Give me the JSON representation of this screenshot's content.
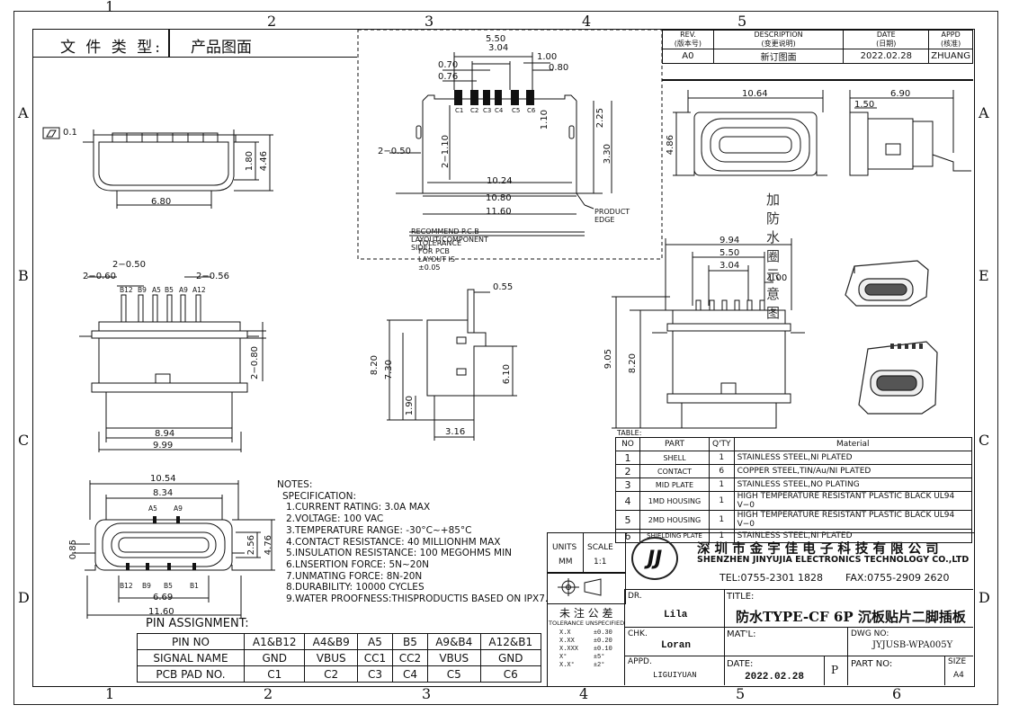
{
  "zones": {
    "cols": [
      "1",
      "2",
      "3",
      "4",
      "5",
      "6"
    ],
    "rows": [
      "A",
      "B",
      "C",
      "D",
      "E"
    ]
  },
  "doc_type": {
    "label": "文 件 类 型:",
    "value": "产品图面"
  },
  "revision": {
    "headers": [
      "REV.",
      "DESCRIPTION",
      "DATE",
      "APPD"
    ],
    "headers_cn": [
      "(版本号)",
      "(变更说明)",
      "(日期)",
      "(核准)"
    ],
    "row": [
      "A0",
      "新订图面",
      "2022.02.28",
      "ZHUANG"
    ]
  },
  "pcb": {
    "dims": {
      "d550": "5.50",
      "d304": "3.04",
      "d100": "1.00",
      "d070": "0.70",
      "d080": "0.80",
      "d076": "0.76",
      "d225": "2.25",
      "d110": "1.10",
      "d330": "3.30",
      "d2x050": "2−0.50",
      "d2x110": "2−1.10",
      "d1024": "10.24",
      "d1080": "10.80",
      "d1160": "11.60"
    },
    "pins": [
      "C1",
      "C2",
      "C3",
      "C4",
      "C5",
      "C6"
    ],
    "product_edge": "PRODUCT EDGE",
    "recommend": "RECOMMEND P.C.B LAYOUT(COMPONENT SIDE)",
    "tolerance": "TOLERANCE FOR PCB LAYOUT IS ±0.05"
  },
  "view_top": {
    "flat": "0.1",
    "d180": "1.80",
    "d446": "4.46",
    "d680": "6.80"
  },
  "view_front": {
    "d2x050": "2−0.50",
    "d2x060": "2−0.60",
    "d2x056": "2−0.56",
    "pins": [
      "B12",
      "B9",
      "A5",
      "B5",
      "A9",
      "A12"
    ],
    "d2x080": "2−0.80",
    "d894": "8.94",
    "d999": "9.99"
  },
  "view_side": {
    "d055": "0.55",
    "d820": "8.20",
    "d730": "7.30",
    "d610": "6.10",
    "d190": "1.90",
    "d316": "3.16"
  },
  "view_seal": {
    "d1064": "10.64",
    "d690": "6.90",
    "d150": "1.50",
    "d486": "4.86",
    "caption": "加防水圈示意图"
  },
  "view_back": {
    "d994": "9.94",
    "d550": "5.50",
    "d304": "3.04",
    "d100": "1.00",
    "d905": "9.05",
    "d820": "8.20"
  },
  "view_bottom": {
    "d1054": "10.54",
    "d834": "8.34",
    "d085": "0.85",
    "d256": "2.56",
    "d476": "4.76",
    "d669": "6.69",
    "d1160": "11.60",
    "pins_top": [
      "A5",
      "A9"
    ],
    "pins_bot": [
      "B12",
      "B9",
      "B5",
      "B1"
    ]
  },
  "parts": {
    "label": "TABLE:",
    "headers": [
      "NO",
      "PART",
      "Q'TY",
      "Material"
    ],
    "rows": [
      [
        "1",
        "SHELL",
        "1",
        "STAINLESS STEEL,NI PLATED"
      ],
      [
        "2",
        "CONTACT",
        "6",
        "COPPER STEEL,TIN/Au/NI PLATED"
      ],
      [
        "3",
        "MID PLATE",
        "1",
        "STAINLESS STEEL,NO PLATING"
      ],
      [
        "4",
        "1MD HOUSING",
        "1",
        "HIGH TEMPERATURE RESISTANT PLASTIC BLACK UL94 V−0"
      ],
      [
        "5",
        "2MD HOUSING",
        "1",
        "HIGH TEMPERATURE RESISTANT PLASTIC BLACK UL94 V−0"
      ],
      [
        "6",
        "SHIELDING PLATE",
        "1",
        "STAINLESS STEEL,NI PLATED"
      ]
    ]
  },
  "notes": {
    "title": "NOTES:",
    "sub": "SPECIFICATION:",
    "items": [
      "1.CURRENT RATING: 3.0A MAX",
      "2.VOLTAGE: 100 VAC",
      "3.TEMPERATURE RANGE: -30°C~+85°C",
      "4.CONTACT RESISTANCE: 40 MILLIONHM MAX",
      "5.INSULATION RESISTANCE: 100 MEGOHMS MIN",
      "6.LNSERTION FORCE: 5N~20N",
      "7.UNMATING FORCE: 8N-20N",
      "8.DURABILITY: 10000 CYCLES",
      "9.WATER PROOFNESS:THISPRODUCTIS BASED ON IPX7."
    ]
  },
  "pin_assign": {
    "title": "PIN ASSIGNMENT:",
    "rows": [
      [
        "PIN NO",
        "A1&B12",
        "A4&B9",
        "A5",
        "B5",
        "A9&B4",
        "A12&B1"
      ],
      [
        "SIGNAL NAME",
        "GND",
        "VBUS",
        "CC1",
        "CC2",
        "VBUS",
        "GND"
      ],
      [
        "PCB PAD NO.",
        "C1",
        "C2",
        "C3",
        "C4",
        "C5",
        "C6"
      ]
    ]
  },
  "title_block": {
    "units_label": "UNITS",
    "units_val": "MM",
    "scale_label": "SCALE",
    "scale_val": "1:1",
    "logo": "JJ",
    "company_cn": "深 圳 市 金 宇 佳 电 子 科 技 有 限 公 司",
    "company_en": "SHENZHEN JINYUJIA ELECTRONICS TECHNOLOGY CO.,LTD",
    "tel": "TEL:0755-2301 1828",
    "fax": "FAX:0755-2909 2620",
    "tol_cn": "未 注 公 差",
    "tol_en": "TOLERANCE UNSPECIFIED",
    "tol_rows": [
      [
        "X.X",
        "±0.30"
      ],
      [
        "X.XX",
        "±0.20"
      ],
      [
        "X.XXX",
        "±0.10"
      ],
      [
        "X°",
        "±5°"
      ],
      [
        "X.X°",
        "±2°"
      ]
    ],
    "dr_label": "DR.",
    "dr_val": "Lila",
    "title_label": "TITLE:",
    "title_val": "防水TYPE-CF 6P 沉板贴片二脚插板",
    "chk_label": "CHK.",
    "chk_val": "Loran",
    "mat_label": "MAT'L:",
    "dwg_label": "DWG NO:",
    "dwg_val": "JYJUSB-WPA005Y",
    "appd_label": "APPD.",
    "appd_val": "LIGUIYUAN",
    "date_label": "DATE:",
    "date_val": "2022.02.28",
    "p": "P",
    "part_label": "PART NO:",
    "size_label": "SIZE",
    "size_val": "A4"
  }
}
